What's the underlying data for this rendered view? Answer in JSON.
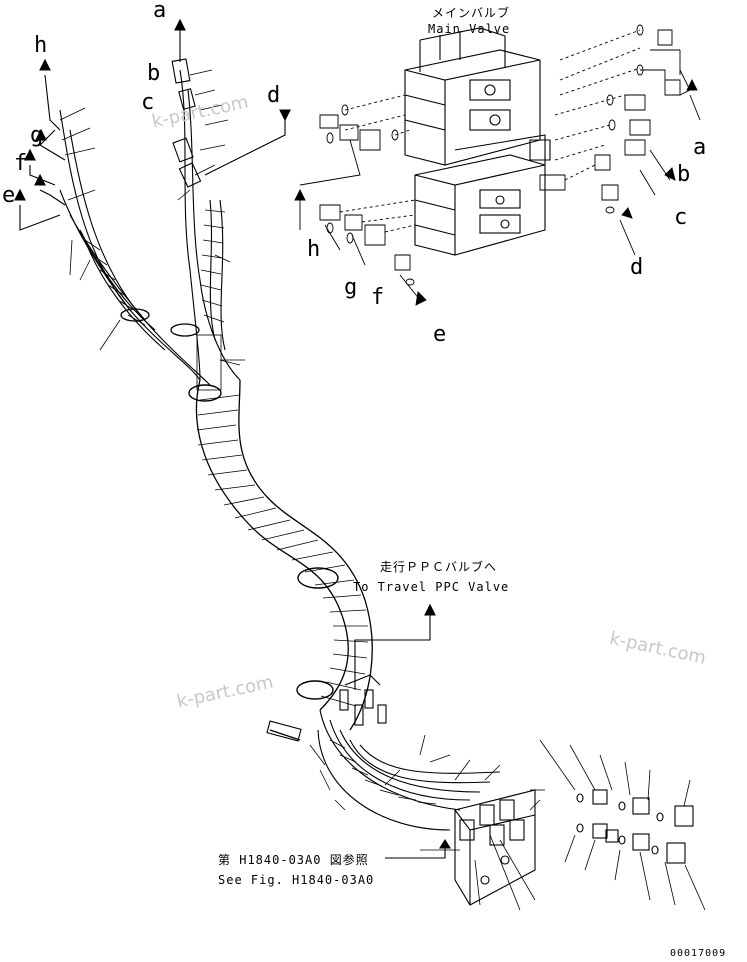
{
  "main_valve": {
    "jp": "メインバルブ",
    "en": "Main Valve"
  },
  "travel_ppc": {
    "jp": "走行ＰＰＣバルブへ",
    "en": "To Travel PPC Valve"
  },
  "see_fig": {
    "jp": "第 H1840-03A0 図参照",
    "en": "See Fig. H1840-03A0"
  },
  "watermark": "k-part.com",
  "figure_number": "00017009",
  "port_labels": {
    "left": [
      "a",
      "b",
      "c",
      "d",
      "h",
      "g",
      "f",
      "e"
    ],
    "right": [
      "a",
      "b",
      "c",
      "d",
      "h",
      "g",
      "f",
      "e"
    ]
  }
}
